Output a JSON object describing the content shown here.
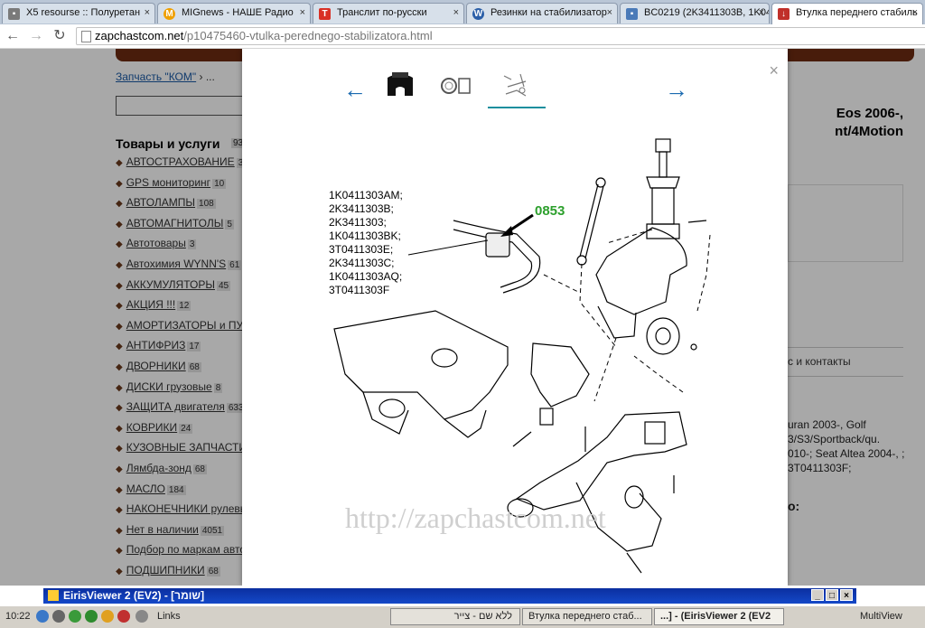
{
  "tabs": [
    {
      "title": "X5 resourse :: Полуретан",
      "icon": "page-icon",
      "icon_color": "#7a7a7a"
    },
    {
      "title": "MIGnews - НАШЕ Радио",
      "icon": "mignews-icon",
      "icon_color": "#f0a000"
    },
    {
      "title": "Транслит по-русски",
      "icon": "translit-icon",
      "icon_color": "#d93025"
    },
    {
      "title": "Резинки на стабилизатор",
      "icon": "vw-icon",
      "icon_color": "#2b5fa8"
    },
    {
      "title": "BC0219 (2K3411303B, 1K04",
      "icon": "page-icon",
      "icon_color": "#4a7ab8"
    },
    {
      "title": "Втулка переднего стабиль",
      "icon": "download-icon",
      "icon_color": "#c0302a"
    }
  ],
  "address": {
    "host": "zapchastcom.net",
    "path": "/p10475460-vtulka-perednego-stabilizatora.html"
  },
  "page": {
    "breadcrumb": {
      "link": "Запчасть \"КОМ\"",
      "rest": "› ..."
    },
    "goods_title": "Товары и услуги",
    "goods_count": "93",
    "categories": [
      {
        "label": "АВТОСТРАХОВАНИЕ",
        "count": "3"
      },
      {
        "label": "GPS мониторинг",
        "count": "10"
      },
      {
        "label": "АВТОЛАМПЫ",
        "count": "108"
      },
      {
        "label": "АВТОМАГНИТОЛЫ",
        "count": "5"
      },
      {
        "label": "Автотовары",
        "count": "3"
      },
      {
        "label": "Автохимия WYNN'S",
        "count": "61"
      },
      {
        "label": "АККУМУЛЯТОРЫ",
        "count": "45"
      },
      {
        "label": "АКЦИЯ !!!",
        "count": "12"
      },
      {
        "label": "АМОРТИЗАТОРЫ и ПУ",
        "count": ""
      },
      {
        "label": "АНТИФРИЗ",
        "count": "17"
      },
      {
        "label": "ДВОРНИКИ",
        "count": "68"
      },
      {
        "label": "ДИСКИ грузовые",
        "count": "8"
      },
      {
        "label": "ЗАЩИТА двигателя",
        "count": "633"
      },
      {
        "label": "КОВРИКИ",
        "count": "24"
      },
      {
        "label": "КУЗОВНЫЕ ЗАПЧАСТИ",
        "count": ""
      },
      {
        "label": "Лямбда-зонд",
        "count": "68"
      },
      {
        "label": "МАСЛО",
        "count": "184"
      },
      {
        "label": "НАКОНЕЧНИКИ рулевы",
        "count": ""
      },
      {
        "label": "Нет в наличии",
        "count": "4051"
      },
      {
        "label": "Подбор по маркам авто",
        "count": ""
      },
      {
        "label": "ПОДШИПНИКИ",
        "count": "68"
      }
    ],
    "right_title_l1": "Eos 2006-,",
    "right_title_l2": "nt/4Motion",
    "contacts": "с и контакты",
    "right_text": "uran 2003-, Golf 3/S3/Sportback/qu. 010-; Seat Altea 2004-, ; 3T0411303F;",
    "right_o": "o:"
  },
  "modal": {
    "prev_label": "←",
    "next_label": "→",
    "close_label": "×",
    "part_numbers": [
      "1K0411303AM;",
      "2K3411303B;",
      "2K3411303;",
      "1K0411303BK;",
      "3T0411303E;",
      "2K3411303C;",
      "1K0411303AQ;",
      "3T0411303F"
    ],
    "callout": "0853",
    "callout_color": "#2da02d",
    "watermark": "http://zapchastcom.net"
  },
  "eiris": {
    "title": "EirisViewer 2 (EV2) - [שומר]"
  },
  "taskbar": {
    "clock": "10:22",
    "links": "Links",
    "tasks": [
      "ללא שם - צייר",
      "Втулка переднего стаб...",
      "...] - (EirisViewer 2 (EV2"
    ],
    "multiview": "MultiView"
  }
}
